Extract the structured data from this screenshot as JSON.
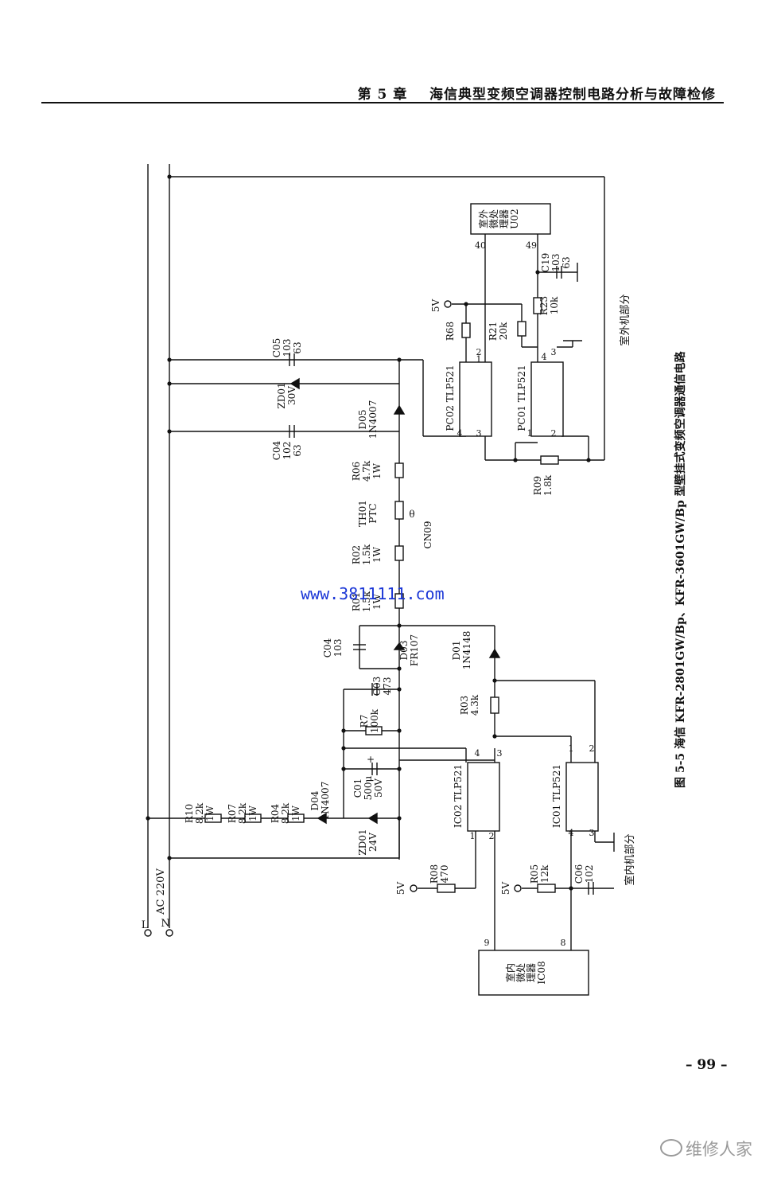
{
  "header": {
    "chapter": "第 5 章",
    "title": "海信典型变频空调器控制电路分析与故障检修"
  },
  "caption": "图 5-5   海信 KFR-2801GW/Bp、KFR-3601GW/Bp 型壁挂式变频空调器通信电路",
  "page_number": "– 99 –",
  "watermark": {
    "url": "www.3811111.com",
    "wechat": "维修人家"
  },
  "schematic": {
    "supply": {
      "L": "L",
      "N": "N",
      "voltage": "AC 220V"
    },
    "outdoor_mcu": {
      "lines": [
        "室外",
        "微处",
        "理器",
        "U02"
      ],
      "pin40": "40",
      "pin49": "49"
    },
    "indoor_mcu": {
      "lines": [
        "室内",
        "微处",
        "理器",
        "IC08"
      ],
      "pin9": "9",
      "pin8": "8"
    },
    "outdoor_section": "室外机部分",
    "indoor_section": "室内机部分",
    "components": [
      {
        "id": "C05",
        "lines": [
          "C05",
          "103",
          "63"
        ]
      },
      {
        "id": "ZD01a",
        "lines": [
          "ZD01",
          "30V"
        ]
      },
      {
        "id": "D05",
        "lines": [
          "D05",
          "1N4007"
        ]
      },
      {
        "id": "C04a",
        "lines": [
          "C04",
          "102",
          "63"
        ]
      },
      {
        "id": "R06",
        "lines": [
          "R06",
          "4.7k",
          "1W"
        ]
      },
      {
        "id": "TH01",
        "lines": [
          "TH01",
          "PTC"
        ]
      },
      {
        "id": "CN09",
        "lines": [
          "CN09"
        ]
      },
      {
        "id": "R02",
        "lines": [
          "R02",
          "1.5k",
          "1W"
        ]
      },
      {
        "id": "R01",
        "lines": [
          "R01",
          "1.5k",
          "1W"
        ]
      },
      {
        "id": "C04b",
        "lines": [
          "C04",
          "103"
        ]
      },
      {
        "id": "D03",
        "lines": [
          "D03",
          "FR107"
        ]
      },
      {
        "id": "D01",
        "lines": [
          "D01",
          "1N4148"
        ]
      },
      {
        "id": "C03",
        "lines": [
          "C03",
          "473"
        ]
      },
      {
        "id": "R7",
        "lines": [
          "R7",
          "100k"
        ]
      },
      {
        "id": "R03",
        "lines": [
          "R03",
          "4.3k"
        ]
      },
      {
        "id": "C01",
        "lines": [
          "C01",
          "500μ",
          "50V"
        ]
      },
      {
        "id": "R10",
        "lines": [
          "R10",
          "8.2k",
          "1W"
        ]
      },
      {
        "id": "R07",
        "lines": [
          "R07",
          "8.2k",
          "1W"
        ]
      },
      {
        "id": "R04",
        "lines": [
          "R04",
          "8.2k",
          "1W"
        ]
      },
      {
        "id": "D04",
        "lines": [
          "D04",
          "1N4007"
        ]
      },
      {
        "id": "ZD01b",
        "lines": [
          "ZD01",
          "24V"
        ]
      },
      {
        "id": "R68",
        "lines": [
          "R68"
        ]
      },
      {
        "id": "R21",
        "lines": [
          "R21",
          "20k"
        ]
      },
      {
        "id": "R23",
        "lines": [
          "R23",
          "10k"
        ]
      },
      {
        "id": "C19",
        "lines": [
          "C19",
          "103",
          "63"
        ]
      },
      {
        "id": "R09",
        "lines": [
          "R09",
          "1.8k"
        ]
      },
      {
        "id": "R08",
        "lines": [
          "R08",
          "470"
        ]
      },
      {
        "id": "R05",
        "lines": [
          "R05",
          "12k"
        ]
      },
      {
        "id": "C06",
        "lines": [
          "C06",
          "102"
        ]
      }
    ],
    "optocouplers": [
      {
        "id": "PC02",
        "label": "PC02 TLP521",
        "pins": [
          "4",
          "2",
          "3",
          "1"
        ]
      },
      {
        "id": "PC01",
        "label": "PC01 TLP521",
        "pins": [
          "4",
          "3",
          "1",
          "2"
        ]
      },
      {
        "id": "IC02",
        "label": "IC02 TLP521",
        "pins": [
          "4",
          "3",
          "1",
          "2"
        ]
      },
      {
        "id": "IC01",
        "label": "IC01 TLP521",
        "pins": [
          "1",
          "2",
          "4",
          "3"
        ]
      }
    ],
    "v5": "5V",
    "theta": "θ",
    "plus": "+"
  }
}
